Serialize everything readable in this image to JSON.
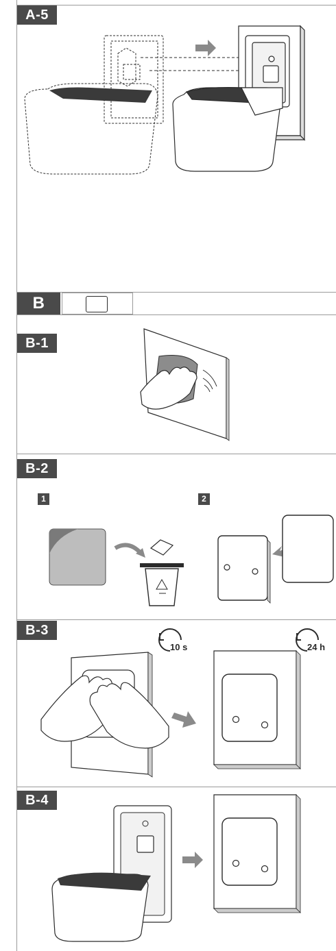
{
  "sections": {
    "a5": {
      "tag": "A-5"
    },
    "b": {
      "tag": "B"
    },
    "b1": {
      "tag": "B-1"
    },
    "b2": {
      "tag": "B-2",
      "step1": "1",
      "step2": "2"
    },
    "b3": {
      "tag": "B-3",
      "timer1": "10 s",
      "timer2": "24 h"
    },
    "b4": {
      "tag": "B-4"
    }
  },
  "colors": {
    "tag_bg": "#4a4a4a",
    "arrow": "#8a8a8a",
    "line": "#2b2b2b",
    "pad": "#8c8c8c",
    "rule": "#9a9a9a"
  }
}
